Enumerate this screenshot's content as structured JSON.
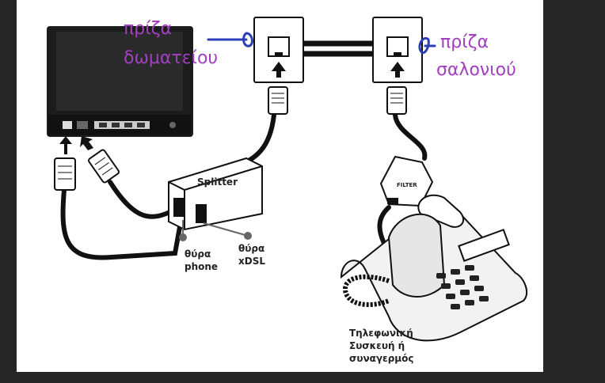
{
  "labels": {
    "room_jack": [
      "πρίζα",
      "δωματείου"
    ],
    "living_jack": [
      "πρίζα",
      "σαλονιού"
    ],
    "splitter": "Splitter",
    "phone_port": [
      "θύρα",
      "phone"
    ],
    "xdsl_port": [
      "θύρα",
      "xDSL"
    ],
    "phone_device": [
      "Τηλεφωνική",
      "Συσκευή ή",
      "συναγερμός"
    ],
    "filter": "FILTER"
  },
  "colors": {
    "annotation": "#a23fc0",
    "marker": "#2d3fb5",
    "frame": "#262626"
  },
  "icons": [
    "router",
    "wall-jack",
    "rj11-plug",
    "rj45-plug",
    "splitter",
    "dsl-filter",
    "telephone",
    "up-arrow"
  ]
}
